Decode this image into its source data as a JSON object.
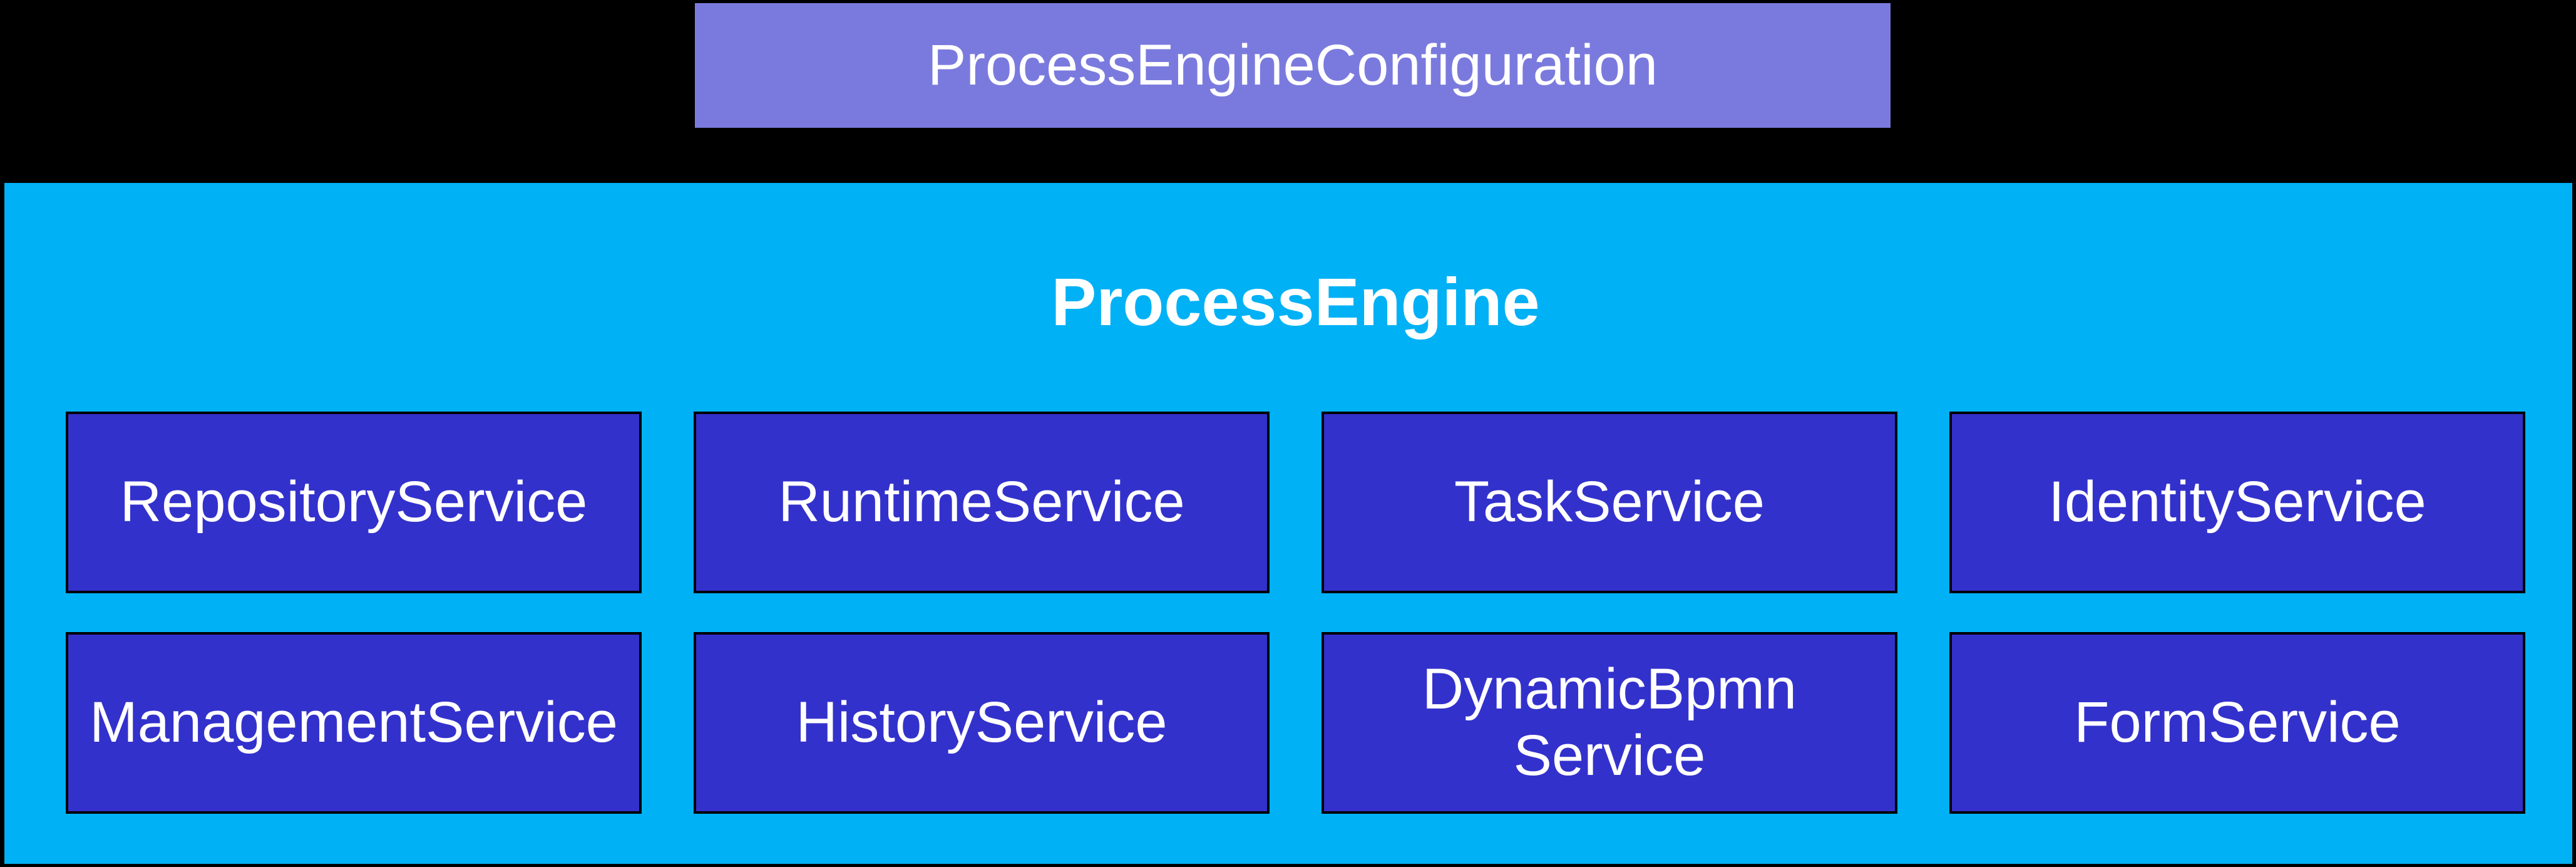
{
  "diagram": {
    "configuration_box": {
      "label": "ProcessEngineConfiguration"
    },
    "engine": {
      "title": "ProcessEngine",
      "services": [
        {
          "label": "RepositoryService"
        },
        {
          "label": "RuntimeService"
        },
        {
          "label": "TaskService"
        },
        {
          "label": "IdentityService"
        },
        {
          "label": "ManagementService"
        },
        {
          "label": "HistoryService"
        },
        {
          "label": "DynamicBpmn\nService"
        },
        {
          "label": "FormService"
        }
      ]
    },
    "colors": {
      "background": "#000000",
      "configuration_box_fill": "#7a7ade",
      "engine_box_fill": "#00b1f5",
      "service_box_fill": "#3331cc",
      "service_box_border": "#000000",
      "text": "#ffffff"
    }
  }
}
